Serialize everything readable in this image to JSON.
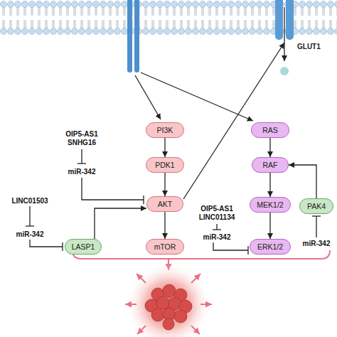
{
  "diagram": {
    "nodes": [
      {
        "text": [
          "GLUT1"
        ]
      },
      {
        "text": [
          "PI3K"
        ]
      },
      {
        "text": [
          "RAS"
        ]
      },
      {
        "text": [
          "PDK1"
        ]
      },
      {
        "text": [
          "RAF"
        ]
      },
      {
        "text": [
          "AKT"
        ]
      },
      {
        "text": [
          "MEK1/2"
        ]
      },
      {
        "text": [
          "PAK4"
        ]
      },
      {
        "text": [
          "LASP1"
        ]
      },
      {
        "text": [
          "mTOR"
        ]
      },
      {
        "text": [
          "ERK1/2"
        ]
      }
    ],
    "edges": [
      {
        "from": 1,
        "to": 3,
        "arrow": "to"
      },
      {
        "from": 3,
        "to": 5,
        "arrow": "to"
      },
      {
        "from": 5,
        "to": 9,
        "arrow": "to"
      },
      {
        "from": 5,
        "to": 0,
        "arrow": "to"
      },
      {
        "from": 2,
        "to": 4,
        "arrow": "to"
      },
      {
        "from": 4,
        "to": 6,
        "arrow": "to"
      },
      {
        "from": 6,
        "to": 10,
        "arrow": "to"
      },
      {
        "from": 7,
        "to": 4,
        "arrow": "to"
      },
      {
        "from": 8,
        "to": 5,
        "arrow": "to"
      }
    ],
    "labels": [
      "OIP5-AS1 SNHG16",
      "miR-342",
      "LINC01503",
      "miR-342",
      "OIP5-AS1 LINC01134",
      "miR-342",
      "miR-342"
    ]
  }
}
